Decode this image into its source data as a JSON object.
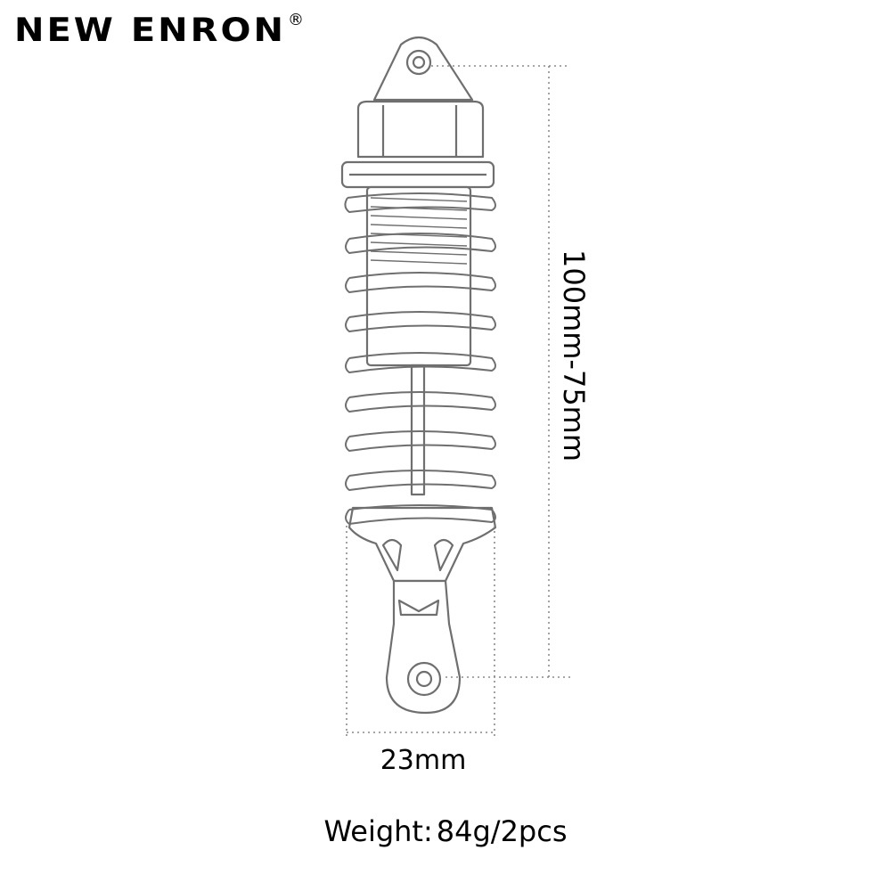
{
  "brand": {
    "name": "NEW ENRON",
    "registered_mark": "®"
  },
  "product": {
    "length_label": "100mm-75mm",
    "width_label": "23mm",
    "weight_label": "Weight:",
    "weight_value": "84g/2pcs"
  },
  "colors": {
    "outline": "#6f6f6f",
    "dimension_line": "#8a8a8a",
    "text": "#000000"
  }
}
